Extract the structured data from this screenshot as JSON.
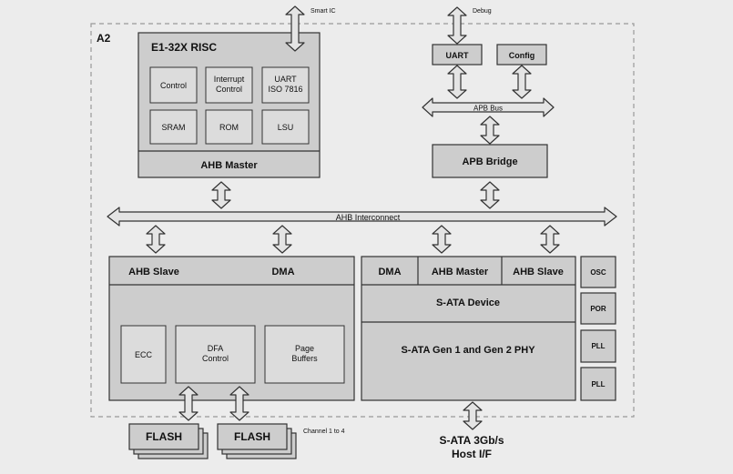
{
  "container": {
    "label": "A2"
  },
  "external": {
    "smart_ic": "Smart IC",
    "debug": "Debug",
    "channel": "Channel 1 to 4",
    "sata_line1": "S-ATA 3Gb/s",
    "sata_line2": "Host I/F"
  },
  "cpu": {
    "title": "E1-32X RISC",
    "control": "Control",
    "interrupt_line1": "Interrupt",
    "interrupt_line2": "Control",
    "uart_line1": "UART",
    "uart_line2": "ISO 7816",
    "sram": "SRAM",
    "rom": "ROM",
    "lsu": "LSU",
    "ahb_master": "AHB Master"
  },
  "apb": {
    "uart": "UART",
    "config": "Config",
    "bus": "APB Bus",
    "bridge": "APB Bridge"
  },
  "interconnect": {
    "label": "AHB Interconnect"
  },
  "flash_ctrl": {
    "ahb_slave": "AHB Slave",
    "dma": "DMA",
    "ecc": "ECC",
    "dfa_line1": "DFA",
    "dfa_line2": "Control",
    "page_line1": "Page",
    "page_line2": "Buffers"
  },
  "flash": {
    "chip1": "FLASH",
    "chip2": "FLASH"
  },
  "sata": {
    "dma": "DMA",
    "ahb_master": "AHB Master",
    "ahb_slave": "AHB Slave",
    "device": "S-ATA Device",
    "phy": "S-ATA Gen 1 and Gen 2 PHY"
  },
  "side": {
    "osc": "OSC",
    "por": "POR",
    "pll1": "PLL",
    "pll2": "PLL"
  },
  "colors": {
    "background": "#ececec",
    "block": "#cdcdcd",
    "inner": "#dcdcdc",
    "stroke": "#333333"
  }
}
